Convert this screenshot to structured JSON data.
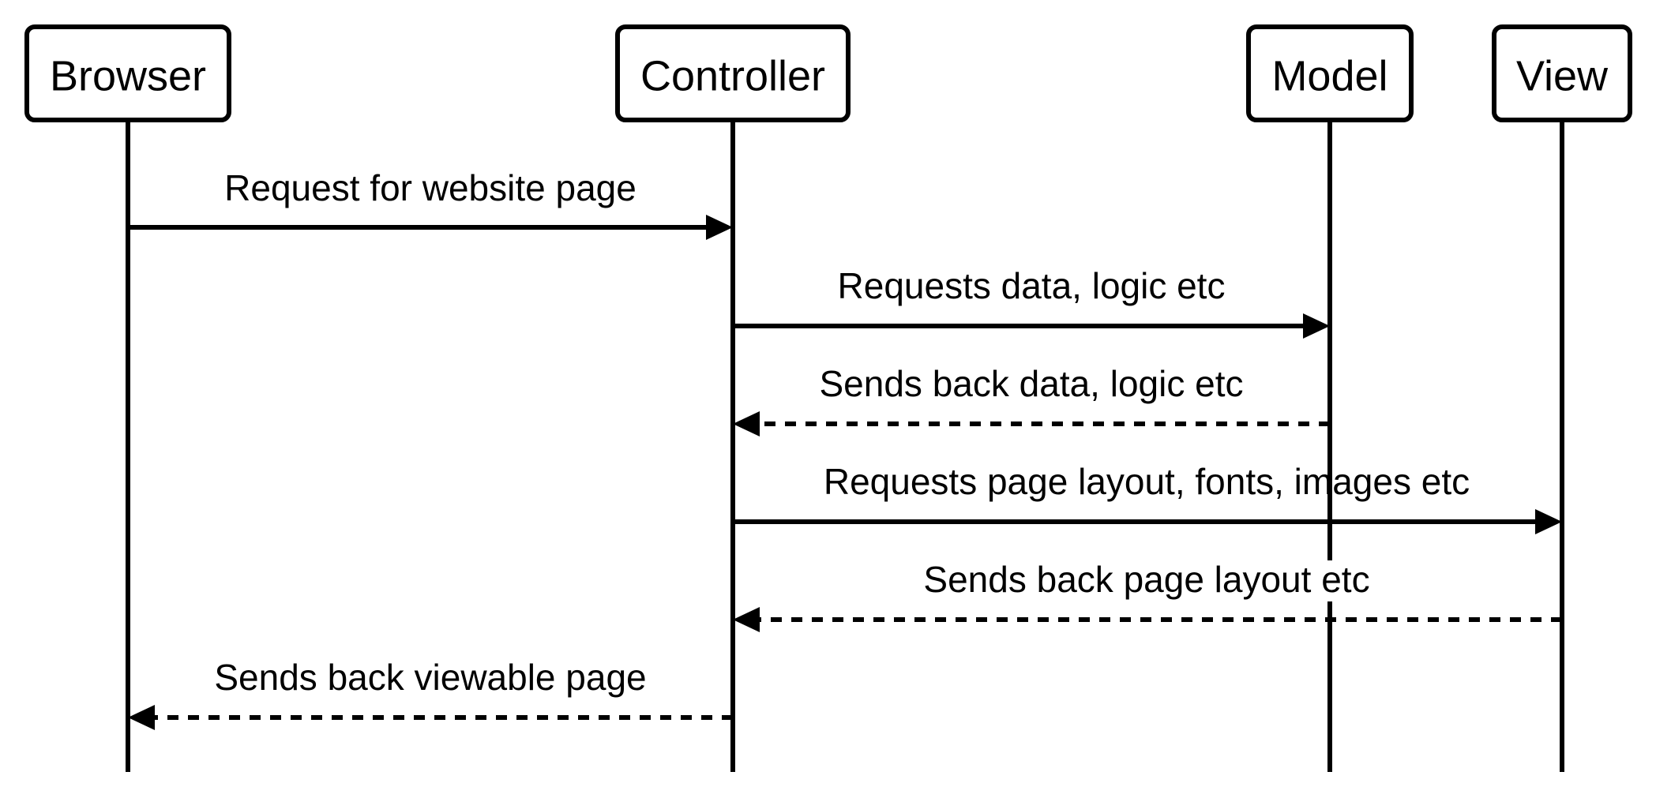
{
  "actors": [
    {
      "id": "browser",
      "label": "Browser"
    },
    {
      "id": "controller",
      "label": "Controller"
    },
    {
      "id": "model",
      "label": "Model"
    },
    {
      "id": "view",
      "label": "View"
    }
  ],
  "messages": [
    {
      "from": "browser",
      "to": "controller",
      "label": "Request for website page",
      "style": "solid"
    },
    {
      "from": "controller",
      "to": "model",
      "label": "Requests data, logic etc",
      "style": "solid"
    },
    {
      "from": "model",
      "to": "controller",
      "label": "Sends back data, logic etc",
      "style": "dashed"
    },
    {
      "from": "controller",
      "to": "view",
      "label": "Requests page layout, fonts, images etc",
      "style": "solid"
    },
    {
      "from": "view",
      "to": "controller",
      "label": "Sends back page layout etc",
      "style": "dashed"
    },
    {
      "from": "controller",
      "to": "browser",
      "label": "Sends back viewable page",
      "style": "dashed"
    }
  ]
}
